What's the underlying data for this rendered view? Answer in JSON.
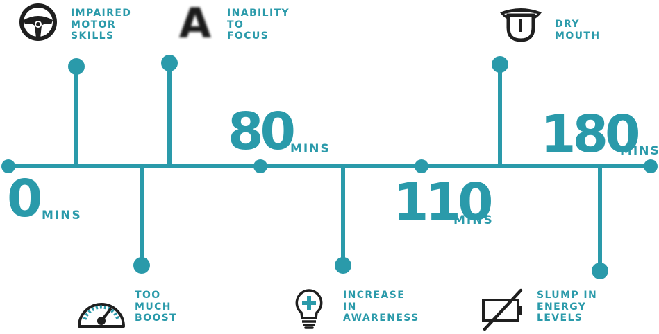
{
  "colors": {
    "accent": "#2a9aaa",
    "icon": "#1f1f1f"
  },
  "milestones": [
    {
      "value": "0",
      "unit": "MINS"
    },
    {
      "value": "80",
      "unit": "MINS"
    },
    {
      "value": "110",
      "unit": "MINS"
    },
    {
      "value": "180",
      "unit": "MINS"
    }
  ],
  "effects": {
    "impaired_motor_skills": {
      "label": "IMPAIRED\nMOTOR\nSKILLS",
      "icon": "steering-wheel-icon"
    },
    "inability_to_focus": {
      "label": "INABILITY\nTO\nFOCUS",
      "icon": "blurry-letter-icon",
      "icon_text": "A"
    },
    "dry_mouth": {
      "label": "DRY\nMOUTH",
      "icon": "tongue-icon"
    },
    "too_much_boost": {
      "label": "TOO\nMUCH\nBOOST",
      "icon": "speedometer-icon"
    },
    "increase_in_awareness": {
      "label": "INCREASE\nIN\nAWARENESS",
      "icon": "lightbulb-icon"
    },
    "slump_in_energy": {
      "label": "SLUMP IN\nENERGY\nLEVELS",
      "icon": "empty-battery-icon"
    }
  }
}
